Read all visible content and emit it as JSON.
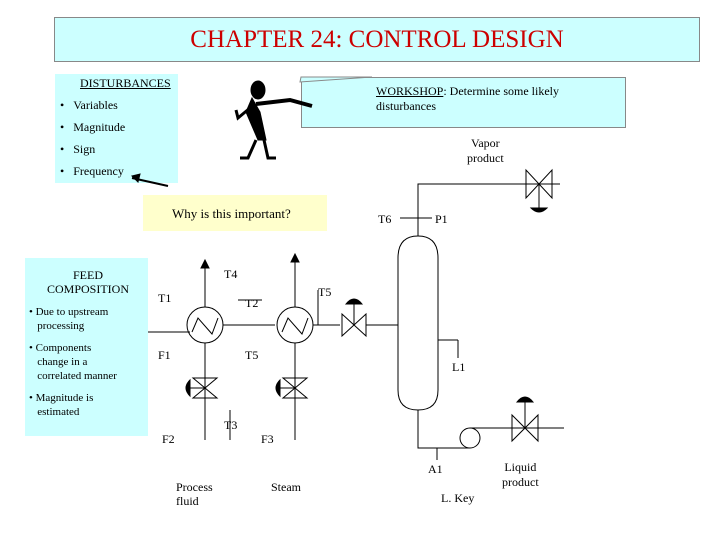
{
  "title": "CHAPTER 24: CONTROL DESIGN",
  "disturbances": {
    "heading": "DISTURBANCES",
    "items": [
      "Variables",
      "Magnitude",
      "Sign",
      "Frequency"
    ]
  },
  "workshop": {
    "label": "WORKSHOP",
    "text": ": Determine some likely disturbances"
  },
  "why": "Why is this important?",
  "feed": {
    "heading_line1": "FEED",
    "heading_line2": "COMPOSITION",
    "bullets": [
      [
        "Due to upstream",
        "processing"
      ],
      [
        "Components",
        "change in a",
        "correlated manner"
      ],
      [
        "Magnitude is",
        "estimated"
      ]
    ]
  },
  "labels": {
    "vapor1": "Vapor",
    "vapor2": "product",
    "t6": "T6",
    "p1": "P1",
    "t4": "T4",
    "t1": "T1",
    "t2": "T2",
    "t5a": "T5",
    "f1": "F1",
    "t5b": "T5",
    "l1": "L1",
    "t3": "T3",
    "f2": "F2",
    "f3": "F3",
    "a1": "A1",
    "liquid1": "Liquid",
    "liquid2": "product",
    "process1": "Process",
    "process2": "fluid",
    "steam": "Steam",
    "lkey": "L. Key"
  },
  "colors": {
    "title": "#cc0000",
    "cyan_box": "#ccffff",
    "yellow_box": "#ffffcc"
  }
}
